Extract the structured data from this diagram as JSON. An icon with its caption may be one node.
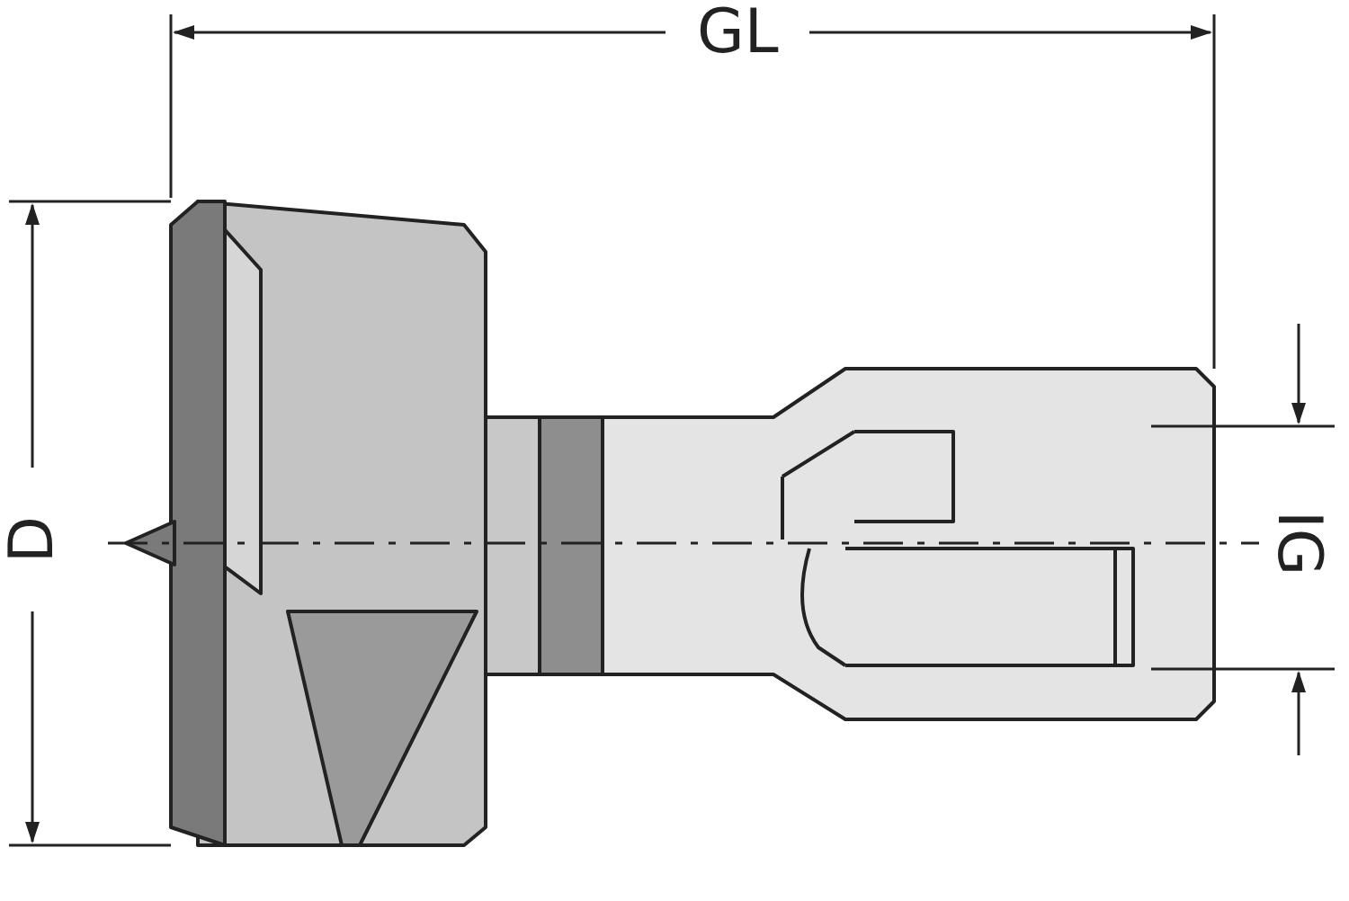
{
  "diagram": {
    "labels": [
      "GL",
      "D",
      "IG"
    ]
  }
}
